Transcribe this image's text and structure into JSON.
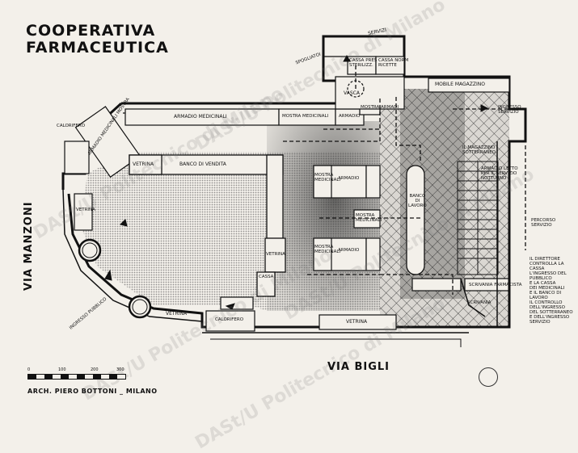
{
  "title": {
    "line1": "COOPERATIVA",
    "line2": "FARMACEUTICA"
  },
  "streets": {
    "left": "VIA MANZONI",
    "bottom": "VIA BIGLI"
  },
  "credit": "ARCH. PIERO BOTTONI _ MILANO",
  "scale": {
    "ticks": [
      "0",
      "100",
      "200",
      "300"
    ]
  },
  "labels": {
    "servizi_top": "SERVIZI",
    "spogliatoi": "SPOGLIATOI",
    "cassa_pres": "CASSA PRES\nSTERILIZZ.",
    "cassa_ricette": "CASSA NORM\nRICETTE",
    "vasca": "VASCA",
    "mobile_magazzino": "MOBILE  MAGAZZINO",
    "ingresso_servizio": "INGRESSO\nSERVIZIO",
    "armadio_medicinali": "ARMADIO  MEDICINALI",
    "mostra_medicinali": "MOSTRA MEDICINALI",
    "armadio_top": "ARMADIO",
    "mostra_armadio": "MOSTRA ARMADI",
    "calorifero_left": "CALORIFERO",
    "armadio_mostra_diag": "ARMADIO MEDICINALI MOSTRA",
    "vetrina_bar": "VETRINA",
    "banco_vendita": "BANCO  DI  VENDITA",
    "mostra_mendicinali_1": "MOSTRA\nMEDICINALI",
    "armadio_1": "ARMADIO",
    "mostra_medicinali_mid": "MOSTRA\nMEDICINALI",
    "mostra_medicinali_2": "MOSTRA\nMEDICINALI",
    "armadio_2": "ARMADIO",
    "banco_lavoro": "BANCO\nDI\nLAVORO",
    "magazzino_sotterraneo": "IL MAGAZZINO\nSOTTERRANEO",
    "armadio_letto": "ARMADIO LETTO\nPER IL SERVIZIO\nNOTTURNO",
    "vetrina_left": "VETRINA",
    "vetrina_mid": "VETRINA",
    "cassa": "CASSA",
    "vetrina_bottom_curve": "VETRINA",
    "ingresso_pubblico": "INGRESSO PUBBLICO",
    "calorifero_bottom": "CALORIFERO",
    "vetrina_bottom": "VETRINA",
    "scrivania_farmacista": "SCRIVANIA  FARMACISTA",
    "scrivania_sub": "SCRIVANIA",
    "percorso_servizio": "PERCORSO\nSERVIZIO",
    "legend_notes": "IL DIRETTORE\nCONTROLLA LA\nCASSA\nL'INGRESSO DEL\nPUBBLICO\nE LA CASSA\nDEI MEDICINALI\nE IL BANCO DI\nLAVORO\nIL CONTROLLO\nDELL'INGRESSO\nDEL SOTTERRANEO\nE DELL'INGRESSO\nSERVIZIO"
  },
  "watermark": "DASt/U Politecnico di Milano"
}
